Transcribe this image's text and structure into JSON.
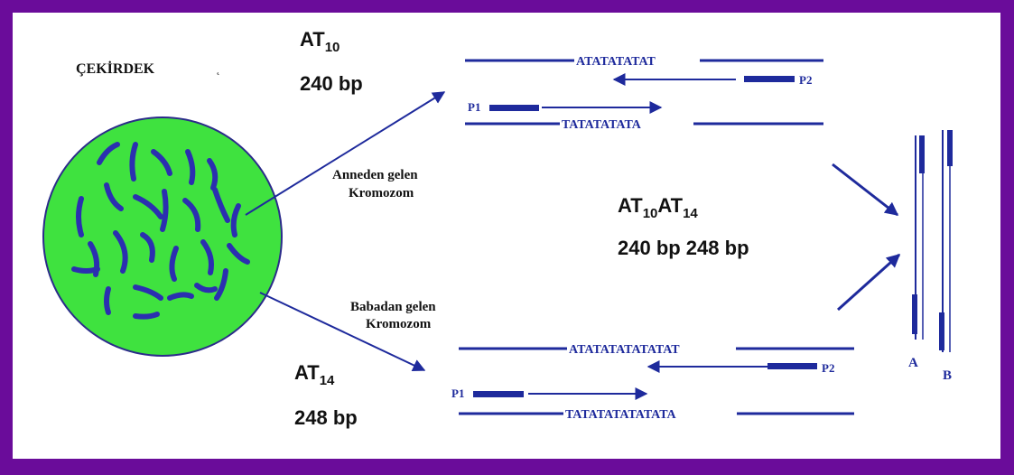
{
  "colors": {
    "frame": "#6a0c9a",
    "nucleus_fill": "#3fe23f",
    "nucleus_stroke": "#2b2b8a",
    "chromosome": "#2b2fb0",
    "dna_blue": "#1e2a9c",
    "text": "#111111"
  },
  "nucleus": {
    "label": "ÇEKİRDEK"
  },
  "maternal": {
    "allele_base": "AT",
    "allele_sub": "10",
    "size": "240 bp",
    "source_line1": "Anneden gelen",
    "source_line2": "Kromozom",
    "top_seq": "ATATATATAT",
    "bottom_seq": "TATATATATA",
    "primer_forward": "P1",
    "primer_reverse": "P2"
  },
  "paternal": {
    "allele_base": "AT",
    "allele_sub": "14",
    "size": "248 bp",
    "source_line1": "Babadan gelen",
    "source_line2": "Kromozom",
    "top_seq": "ATATATATATATAT",
    "bottom_seq": "TATATATATATATA",
    "primer_forward": "P1",
    "primer_reverse": "P2"
  },
  "genotype": {
    "a_base": "AT",
    "a_sub": "10",
    "b_base": "AT",
    "b_sub": "14",
    "sizes": "240 bp 248 bp"
  },
  "gel": {
    "lane_a": "A",
    "lane_b": "B"
  }
}
